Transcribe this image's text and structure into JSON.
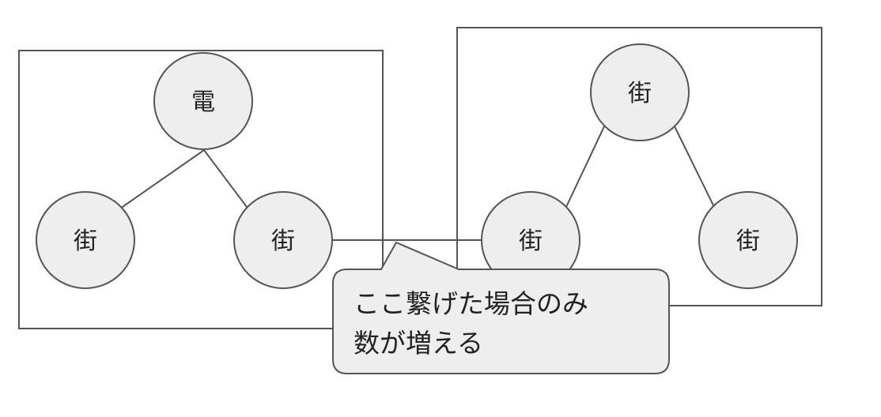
{
  "groups": [
    {
      "id": "left-group"
    },
    {
      "id": "right-group"
    }
  ],
  "nodes": [
    {
      "id": "left-top",
      "label": "電"
    },
    {
      "id": "left-left",
      "label": "街"
    },
    {
      "id": "left-right",
      "label": "街"
    },
    {
      "id": "right-top",
      "label": "街"
    },
    {
      "id": "right-left",
      "label": "街"
    },
    {
      "id": "right-right",
      "label": "街"
    }
  ],
  "edges": [
    {
      "from": "left-top",
      "to": "left-left"
    },
    {
      "from": "left-top",
      "to": "left-right"
    },
    {
      "from": "right-top",
      "to": "right-left"
    },
    {
      "from": "right-top",
      "to": "right-right"
    },
    {
      "from": "left-right",
      "to": "right-left"
    }
  ],
  "callout": {
    "line1": "ここ繋げた場合のみ",
    "line2": "数が増える"
  }
}
